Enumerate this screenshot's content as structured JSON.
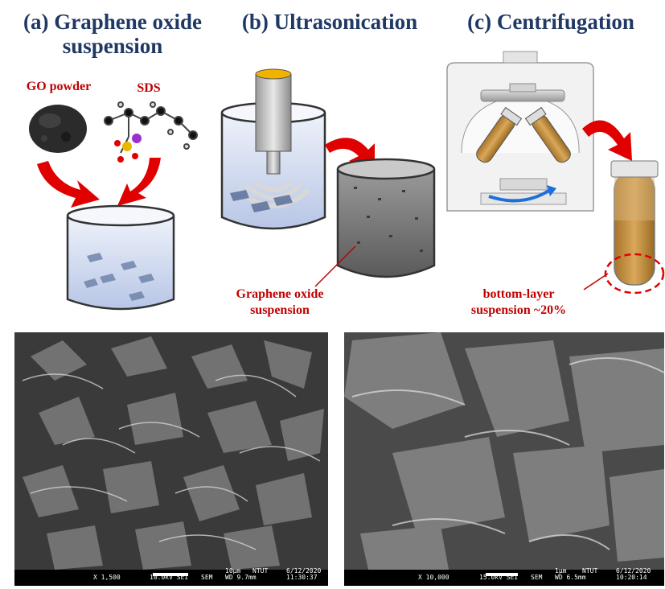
{
  "panels": {
    "a": {
      "title_line1": "(a) Graphene oxide",
      "title_line2": "suspension",
      "label_go": "GO powder",
      "label_sds": "SDS"
    },
    "b": {
      "title": "(b) Ultrasonication",
      "label_suspension_line1": "Graphene oxide",
      "label_suspension_line2": "suspension"
    },
    "c": {
      "title": "(c) Centrifugation",
      "label_bottom_line1": "bottom-layer",
      "label_bottom_line2": "suspension ~20%"
    }
  },
  "sem_images": [
    {
      "mag": "X 1,500",
      "kv": "10.0kV SEI",
      "mode": "SEM",
      "scale": "10μm",
      "org": "NTUT",
      "wd": "WD 9.7mm",
      "date": "6/12/2020",
      "time": "11:30:37"
    },
    {
      "mag": "X 10,000",
      "kv": "15.0kV SEI",
      "mode": "SEM",
      "scale": "1μm",
      "org": "NTUT",
      "wd": "WD 6.5mm",
      "date": "6/12/2020",
      "time": "10:20:14"
    }
  ],
  "colors": {
    "title": "#1f3864",
    "label": "#c00000",
    "arrow": "#e00000"
  }
}
